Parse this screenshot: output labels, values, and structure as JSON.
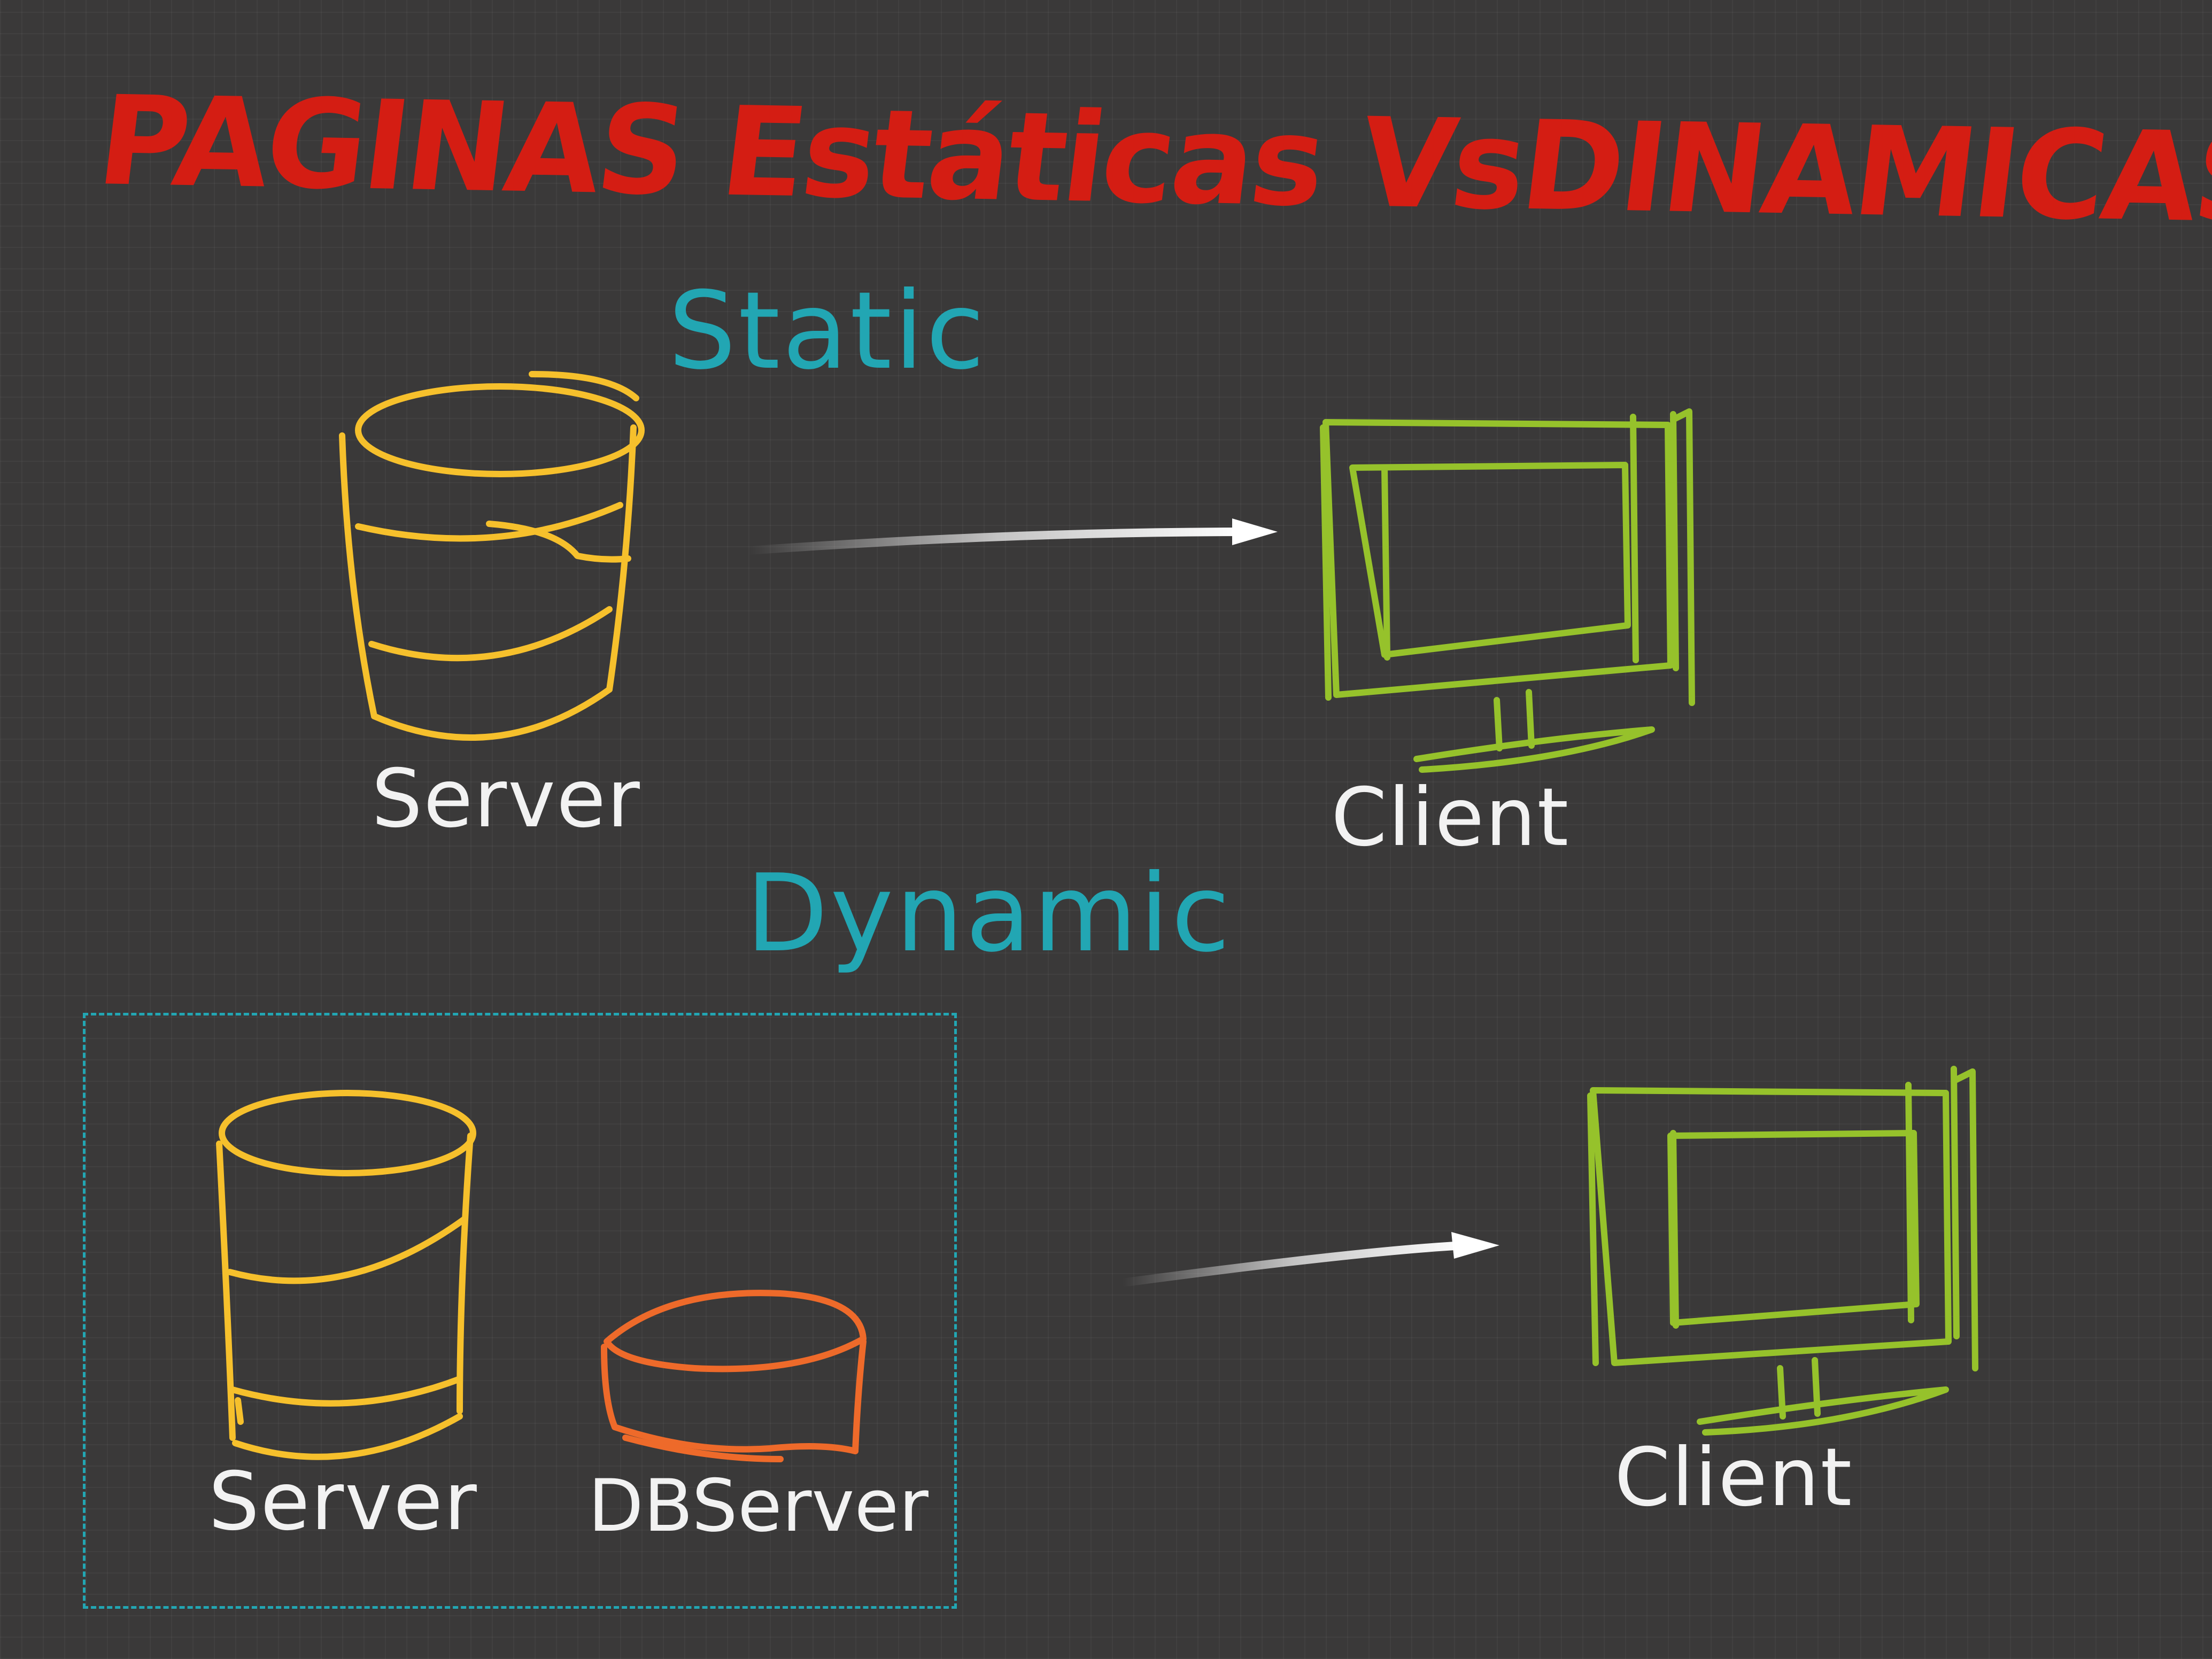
{
  "title": "PAGINAS Estáticas VsDINAMICAS",
  "sections": {
    "static": "Static",
    "dynamic": "Dynamic"
  },
  "labels": {
    "static_server": "Server",
    "static_client": "Client",
    "dynamic_server": "Server",
    "dynamic_db_server": "DBServer",
    "dynamic_client": "Client"
  },
  "colors": {
    "background": "#3a3939",
    "title": "#d41d13",
    "section": "#22a6b3",
    "server": "#f6c02c",
    "db_server": "#ee6a2a",
    "client": "#96c22b",
    "label": "#f2f2f2",
    "arrow": "#ffffff",
    "dashed_box": "#22a6b3"
  },
  "icons": {
    "server": "server-cylinder-icon",
    "db_server": "database-disk-icon",
    "client": "monitor-icon",
    "flow": "arrow-right-icon"
  }
}
